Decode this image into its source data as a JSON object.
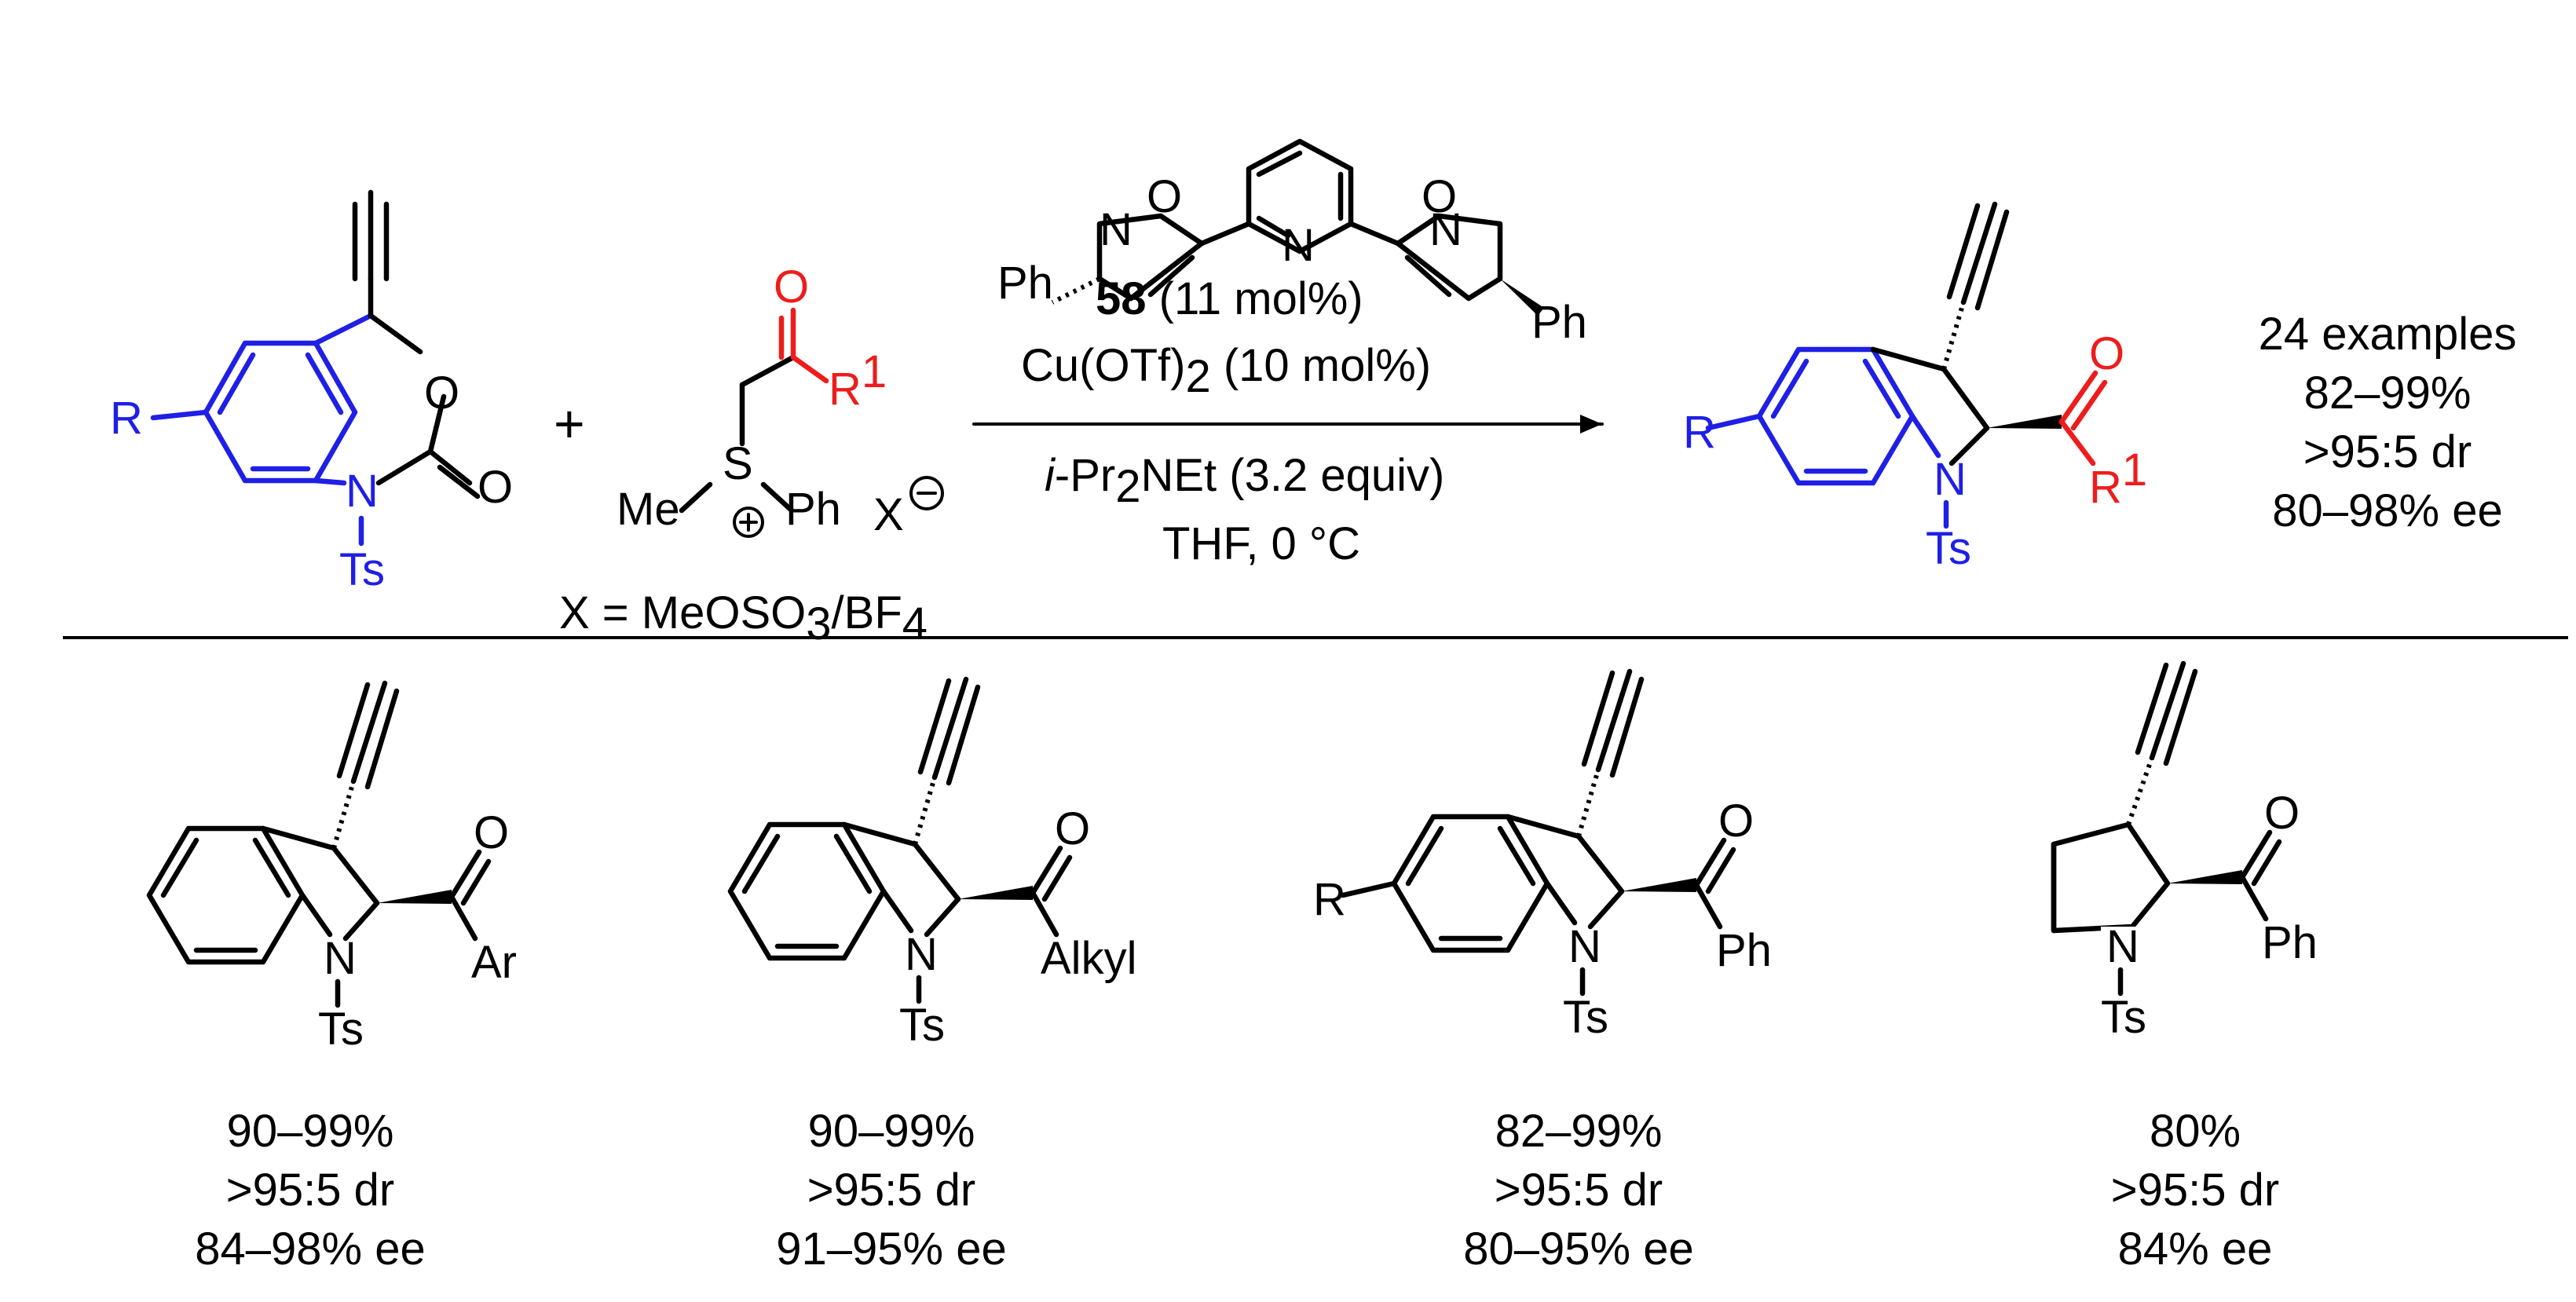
{
  "colors": {
    "substrate": "#1f1fe6",
    "reagent": "#ee1c1c",
    "text": "#000000"
  },
  "reactants": {
    "carbamate": {
      "r_group": "R",
      "ring_o": "O",
      "carbonyl_o": "O",
      "n": "N",
      "ts": "Ts"
    },
    "plus": "+",
    "ylide": {
      "carbonyl_o": "O",
      "r_group": "R",
      "r_sup": "1",
      "s": "S",
      "s_charge": "+",
      "me": "Me",
      "ph": "Ph",
      "anion": "X",
      "anion_charge": "−",
      "counterion_prefix": "X = MeOSO",
      "counterion_sub": "3",
      "counterion_suffix": "/BF",
      "counterion_sub2": "4"
    }
  },
  "ligand": {
    "pyridine_n": "N",
    "ox_o_left": "O",
    "ox_n_left": "N",
    "ox_o_right": "O",
    "ox_n_right": "N",
    "ph_left": "Ph",
    "ph_right": "Ph",
    "number": "58",
    "loading": " (11 mol%)"
  },
  "conditions": {
    "catalyst_prefix": "Cu(OTf)",
    "catalyst_sub": "2",
    "catalyst_suffix": " (10 mol%)",
    "base_italic": "i",
    "base_rest": "-Pr",
    "base_sub": "2",
    "base_suffix": "NEt (3.2 equiv)",
    "solvent": "THF,  0 °C"
  },
  "product": {
    "r_group": "R",
    "n": "N",
    "ts": "Ts",
    "carbonyl_o": "O",
    "r1": "R",
    "r1_sup": "1",
    "summary": [
      "24 examples",
      "82–99%",
      ">95:5 dr",
      "80–98% ee"
    ]
  },
  "examples": [
    {
      "substituent": "Ar",
      "n": "N",
      "ts": "Ts",
      "o": "O",
      "results": [
        "90–99%",
        ">95:5 dr",
        "84–98% ee"
      ]
    },
    {
      "substituent": "Alkyl",
      "n": "N",
      "ts": "Ts",
      "o": "O",
      "results": [
        "90–99%",
        ">95:5 dr",
        "91–95% ee"
      ]
    },
    {
      "substituent": "Ph",
      "r_group": "R",
      "n": "N",
      "ts": "Ts",
      "o": "O",
      "results": [
        "82–99%",
        ">95:5 dr",
        "80–95% ee"
      ]
    },
    {
      "substituent": "Ph",
      "n": "N",
      "ts": "Ts",
      "o": "O",
      "results": [
        "80%",
        ">95:5 dr",
        "84% ee"
      ]
    }
  ]
}
